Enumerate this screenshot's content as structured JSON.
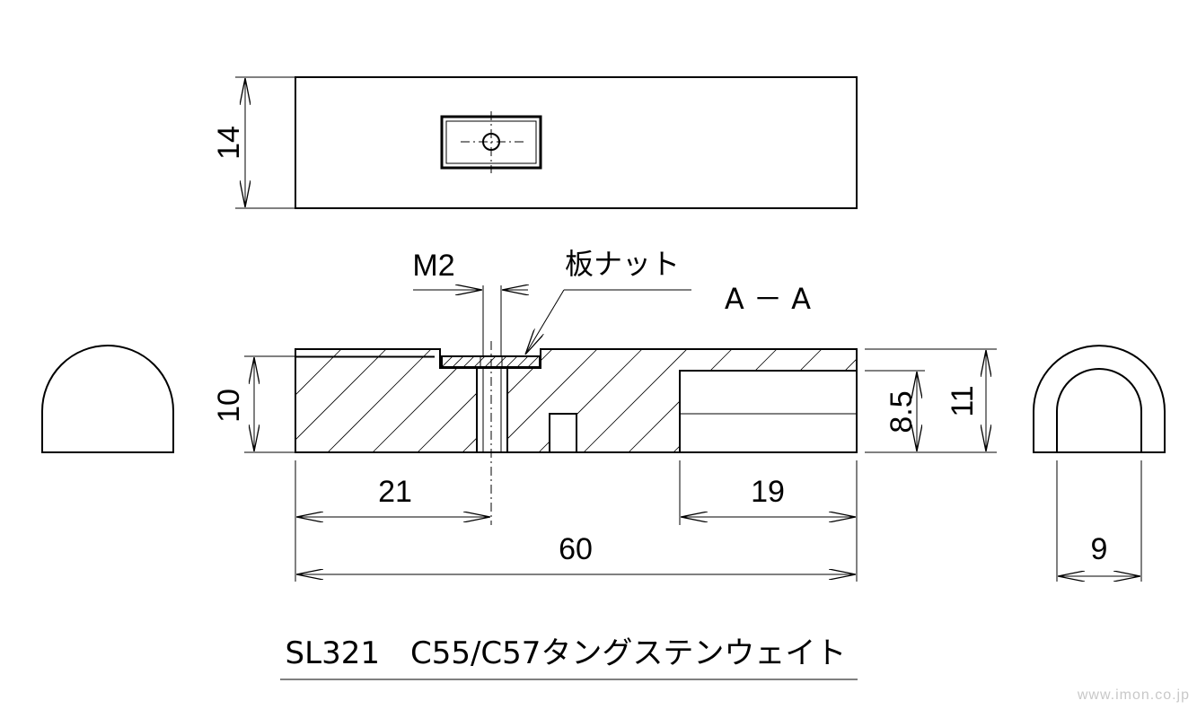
{
  "title": "SL321　C55/C57タングステンウェイト",
  "watermark": "www.imon.co.jp",
  "section_label": "A － A",
  "callouts": {
    "thread": "M2",
    "plate_nut": "板ナット"
  },
  "dimensions": {
    "top_width": "14",
    "height_left": "10",
    "overall_length": "60",
    "left_offset": "21",
    "right_recess": "19",
    "recess_height": "8.5",
    "overall_height": "11",
    "end_width": "9"
  }
}
